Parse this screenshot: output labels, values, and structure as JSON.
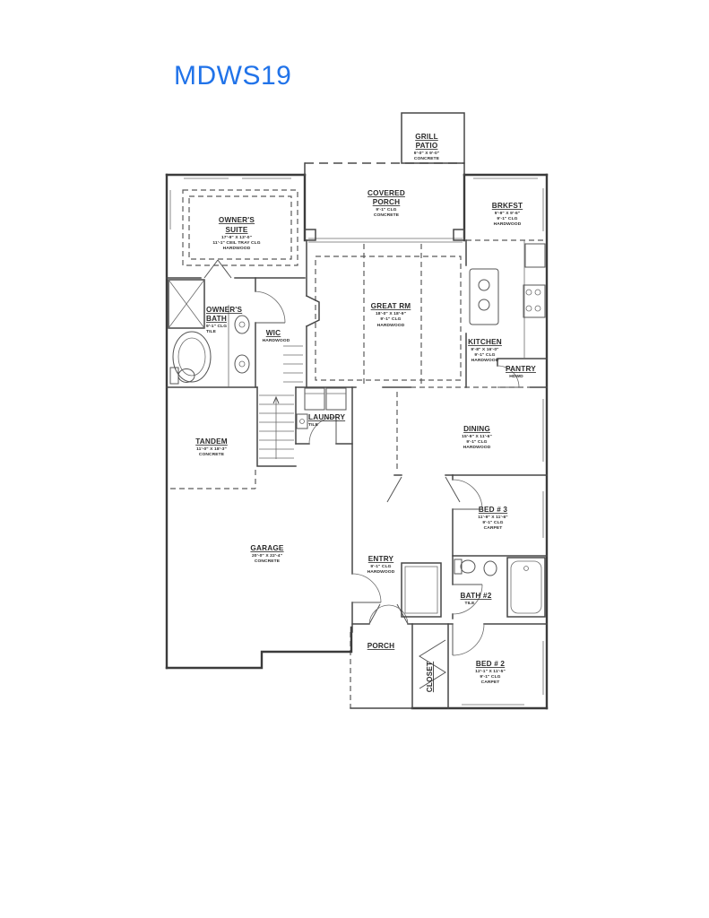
{
  "title": "MDWS19",
  "title_color": "#2173e9",
  "rooms": {
    "grill_patio": {
      "name": "GRILL",
      "name2": "PATIO",
      "dims": "9'-0\" X 9'-0\"",
      "floor": "CONCRETE"
    },
    "covered_porch": {
      "name": "COVERED",
      "name2": "PORCH",
      "clg": "9'-1\" CLG",
      "floor": "CONCRETE"
    },
    "brkfst": {
      "name": "BRKFST",
      "dims": "9'-9\" X 9'-6\"",
      "clg": "9'-1\" CLG",
      "floor": "HARDWOOD"
    },
    "owners_suite": {
      "name": "OWNER'S",
      "name2": "SUITE",
      "dims": "17'-9\" X 13'-0\"",
      "clg": "11'-1\" CEIL TRAY CLG",
      "floor": "HARDWOOD"
    },
    "owners_bath": {
      "name": "OWNER'S",
      "name2": "BATH",
      "clg": "9'-1\" CLG",
      "floor": "TILE"
    },
    "wic": {
      "name": "WIC",
      "floor": "HARDWOOD"
    },
    "great_rm": {
      "name": "GREAT RM",
      "dims": "18'-0\" X 18'-9\"",
      "clg": "9'-1\" CLG",
      "floor": "HARDWOOD"
    },
    "kitchen": {
      "name": "KITCHEN",
      "dims": "9'-8\" X 16'-0\"",
      "clg": "9'-1\" CLG",
      "floor": "HARDWOOD"
    },
    "pantry": {
      "name": "PANTRY",
      "floor": "HDWD"
    },
    "laundry": {
      "name": "LAUNDRY",
      "floor": "TILE"
    },
    "dining": {
      "name": "DINING",
      "dims": "15'-9\" X 11'-6\"",
      "clg": "9'-1\" CLG",
      "floor": "HARDWOOD"
    },
    "tandem": {
      "name": "TANDEM",
      "dims": "11'-0\" X 18'-3\"",
      "floor": "CONCRETE"
    },
    "garage": {
      "name": "GARAGE",
      "dims": "20'-0\" X 22'-4\"",
      "floor": "CONCRETE"
    },
    "bed3": {
      "name": "BED # 3",
      "dims": "11'-9\" X 11'-6\"",
      "clg": "9'-1\" CLG",
      "floor": "CARPET"
    },
    "entry": {
      "name": "ENTRY",
      "clg": "9'-1\" CLG",
      "floor": "HARDWOOD"
    },
    "bath2": {
      "name": "BATH #2",
      "floor": "TILE"
    },
    "porch": {
      "name": "PORCH"
    },
    "closet": {
      "name": "CLOSET"
    },
    "bed2": {
      "name": "BED # 2",
      "dims": "12'-1\" X 11'-5\"",
      "clg": "9'-1\" CLG",
      "floor": "CARPET"
    }
  }
}
